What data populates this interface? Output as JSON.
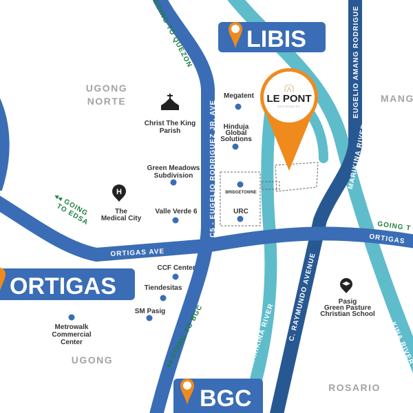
{
  "colors": {
    "road": "#3a6db5",
    "road_dark": "#285892",
    "river": "#5fbccb",
    "accent": "#f08a1c",
    "go": "#1c7f3c",
    "area": "#a3a3a3"
  },
  "districts": {
    "libis": "LIBIS",
    "ortigas": "ORTIGAS",
    "bgc": "BGC"
  },
  "project": {
    "name": "LE PONT",
    "sub": "RESIDENCES"
  },
  "areas": {
    "ugong_norte_1": "UGONG",
    "ugong_norte_2": "NORTE",
    "mang": "MANG",
    "ugong": "UGONG",
    "rosario": "ROSARIO"
  },
  "roads": {
    "c5": "C5 - EUGELIO RODRIGUEZ JR. AVE",
    "amang": "EUGELIO AMANG RODRIGUE",
    "ortigas_ave": "ORTIGAS AVE",
    "ortigas_right": "ORTIGAS",
    "raymundo": "C. RAYMUNDO AVENUE",
    "river1": "MARIKINA RIVER",
    "river2": "MARIKINA RIVER",
    "river3": "KINA RIVER"
  },
  "directions": {
    "quezon": "GOING TO QUEZON",
    "edsa1": "GOING",
    "edsa2": "TO EDSA",
    "bgc": "GOING TO BGC",
    "right": "GOING T"
  },
  "pois": {
    "megatent": "Megatent",
    "hinduja1": "Hinduja",
    "hinduja2": "Global",
    "hinduja3": "Solutions",
    "christ1": "Christ The King",
    "christ2": "Parish",
    "green1": "Green Meadows",
    "green2": "Subdivision",
    "medical1": "The",
    "medical2": "Medical City",
    "valle": "Valle Verde 6",
    "bridgetowne": "BRIDGETOWNE",
    "urc": "URC",
    "ccf": "CCF Center",
    "tiendesitas": "Tiendesitas",
    "smpasig": "SM Pasig",
    "metro1": "Metrowalk",
    "metro2": "Commercial",
    "metro3": "Center",
    "school1": "Pasig",
    "school2": "Green Pasture",
    "school3": "Christian School"
  }
}
